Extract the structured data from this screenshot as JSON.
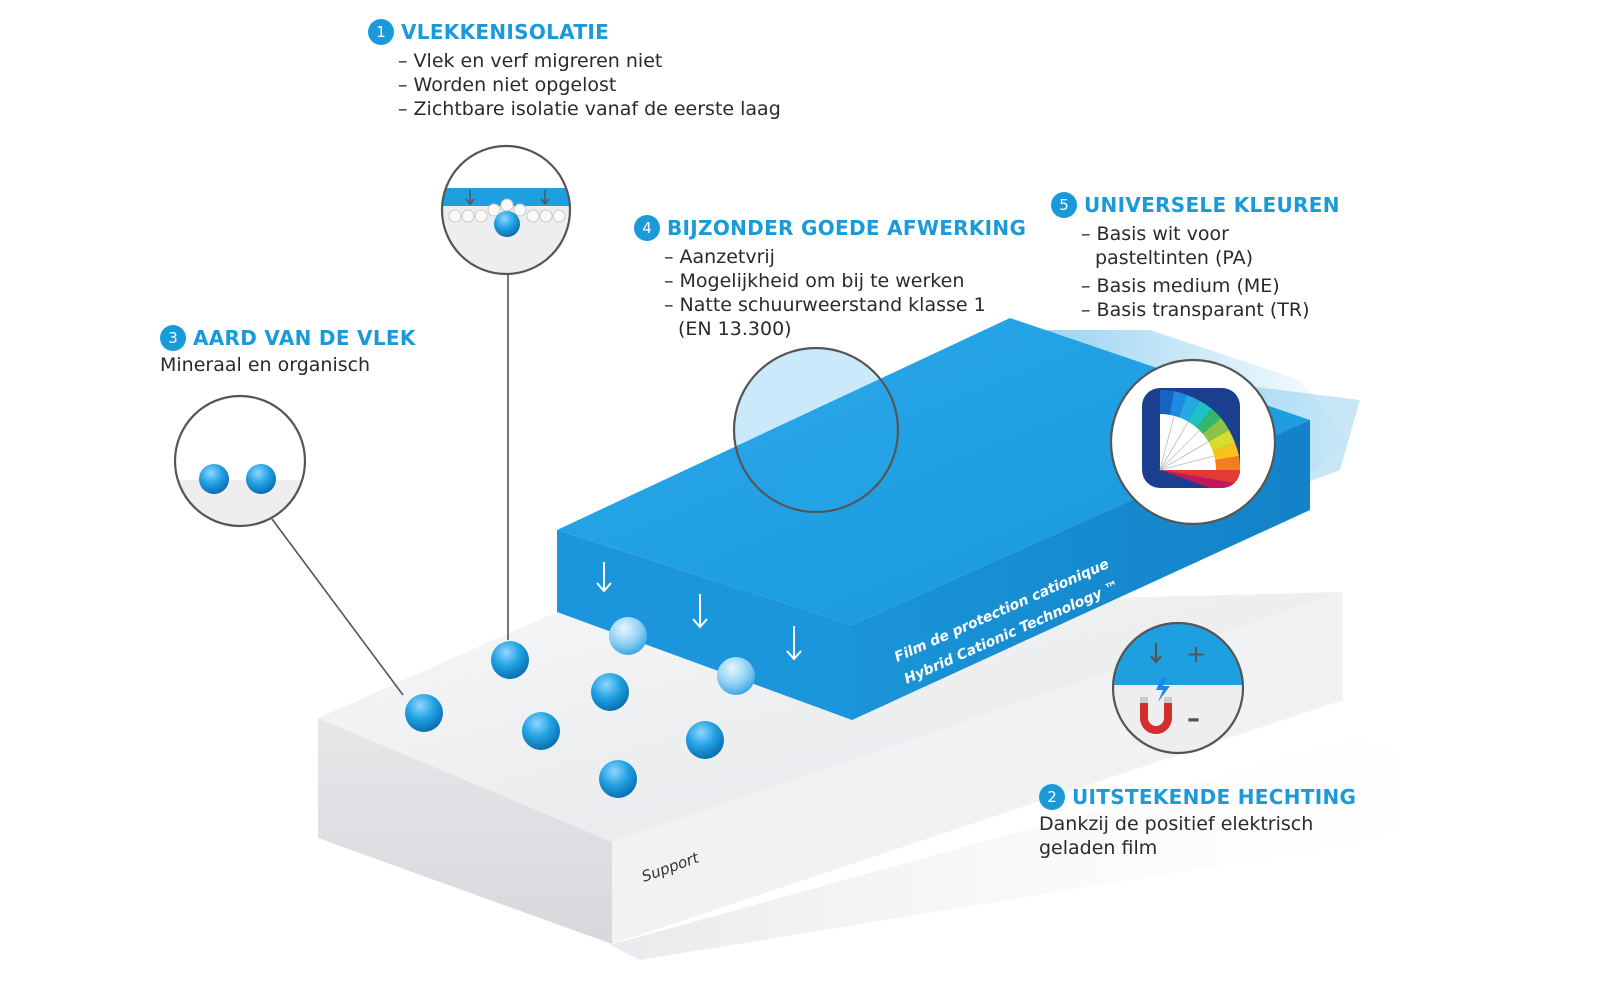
{
  "callouts": {
    "c1": {
      "number": "1",
      "title": "VLEKKENISOLATIE",
      "items": [
        "– Vlek en verf migreren niet",
        "– Worden niet opgelost",
        "– Zichtbare isolatie vanaf de eerste laag"
      ]
    },
    "c2": {
      "number": "2",
      "title": "UITSTEKENDE HECHTING",
      "lines": [
        "Dankzij de positief elektrisch",
        "geladen film"
      ]
    },
    "c3": {
      "number": "3",
      "title": "AARD VAN DE VLEK",
      "lines": [
        "Mineraal en organisch"
      ]
    },
    "c4": {
      "number": "4",
      "title": "BIJZONDER GOEDE AFWERKING",
      "items": [
        "– Aanzetvrij",
        "– Mogelijkheid om bij te werken",
        "– Natte schuurweerstand klasse 1",
        "(EN 13.300)"
      ]
    },
    "c5": {
      "number": "5",
      "title": "UNIVERSELE KLEUREN",
      "items": [
        "– Basis wit voor",
        "pasteltinten (PA)",
        "– Basis medium (ME)",
        "– Basis transparant (TR)"
      ]
    }
  },
  "film": {
    "label_line1": "Film de protection cationique",
    "label_line2": "Hybrid Cationic Technology ™"
  },
  "support_label": "Support",
  "charges": {
    "plus": "+",
    "minus": "–"
  },
  "colors": {
    "accent": "#1a9ad9",
    "film": "#1e9fe0",
    "film_side": "#1587cc",
    "support": "#eeeeee",
    "text": "#2a2a2a"
  },
  "icons": [
    "drop-icon",
    "arrow-down-icon",
    "magnet-icon",
    "lightning-icon",
    "color-fan-icon"
  ]
}
